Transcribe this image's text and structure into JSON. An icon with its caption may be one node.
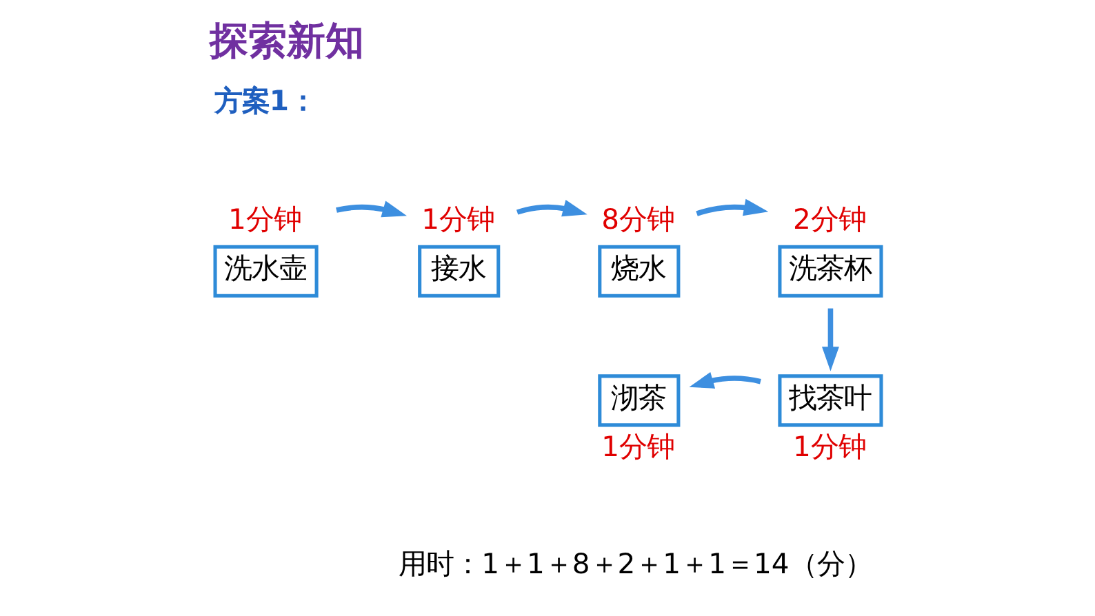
{
  "diagram": {
    "title": "探索新知",
    "nodes": [
      {
        "text": [
          "洗水壶"
        ],
        "beside": [
          "1分钟"
        ]
      },
      {
        "text": [
          "接水"
        ],
        "beside": [
          "1分钟"
        ]
      },
      {
        "text": [
          "烧水"
        ],
        "beside": [
          "8分钟"
        ]
      },
      {
        "text": [
          "洗茶杯"
        ],
        "beside": [
          "2分钟"
        ]
      },
      {
        "text": [
          "沏茶"
        ],
        "beside": [
          "1分钟"
        ]
      },
      {
        "text": [
          "找茶叶"
        ],
        "beside": [
          "1分钟"
        ]
      }
    ],
    "edges": [
      {
        "from": 0,
        "to": 1,
        "arrow": "to"
      },
      {
        "from": 1,
        "to": 2,
        "arrow": "to"
      },
      {
        "from": 2,
        "to": 3,
        "arrow": "to"
      },
      {
        "from": 3,
        "to": 5,
        "arrow": "to"
      },
      {
        "from": 5,
        "to": 4,
        "arrow": "to"
      }
    ],
    "labels": [
      "方案1：",
      "用时：1＋1＋8＋2＋1＋1＝14（分）"
    ]
  }
}
